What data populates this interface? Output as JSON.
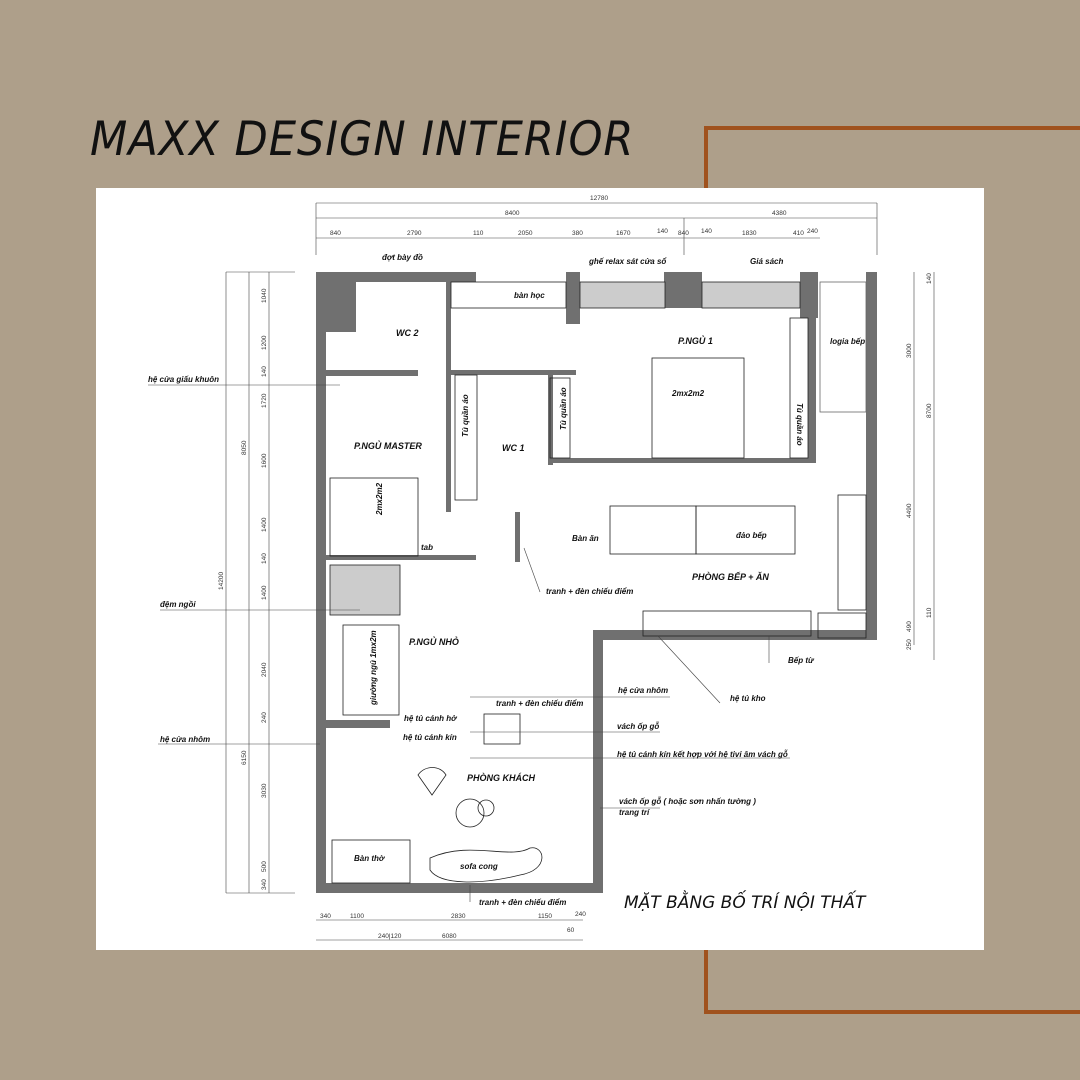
{
  "brand": {
    "title": "MAXX DESIGN INTERIOR",
    "accent_color": "#a0521e",
    "background_color": "#ae9f8a"
  },
  "plan": {
    "title": "MẶT BẰNG BỐ TRÍ NỘI THẤT",
    "rooms": {
      "wc2": "WC 2",
      "master": "P.NGỦ MASTER",
      "wc1": "WC 1",
      "bed1": "P.NGỦ 1",
      "kitchen": "PHÒNG BẾP + ĂN",
      "small_bed": "P.NGỦ NHỎ",
      "living": "PHÒNG KHÁCH",
      "logia": "logia bếp"
    },
    "furniture": {
      "desk": "bàn học",
      "bed1_size": "2mx2m2",
      "master_bed_size": "2mx2m2",
      "wardrobe_a": "Tủ quần áo",
      "wardrobe_b": "Tủ quần áo",
      "wardrobe_c": "Tủ quần áo",
      "tab": "tab",
      "small_bed": "giường ngủ 1mx2m",
      "dining_table": "Bàn ăn",
      "island": "đảo bếp",
      "altar": "Bàn thờ",
      "sofa": "sofa cong"
    },
    "annotations": {
      "shelf": "đợt bày đồ",
      "relax_chair": "ghế relax sát cửa sổ",
      "bookshelf": "Giá sách",
      "hidden_door": "hệ cửa giấu khuôn",
      "cushion": "đệm ngồi",
      "alu_door_left": "hệ cửa nhôm",
      "art_light_1": "tranh + đèn chiếu điểm",
      "art_light_2": "tranh + đèn chiếu điểm",
      "art_light_3": "tranh + đèn chiếu điểm",
      "open_cabinet": "hệ tủ cánh hở",
      "closed_cabinet": "hệ tủ cánh kín",
      "alu_door_right": "hệ cửa nhôm",
      "wood_panel": "vách ốp gỗ",
      "tv_cabinet": "hệ tủ cánh kín kết hợp với hệ tivi âm vách gỗ",
      "wood_panel_2": "vách ốp gỗ ( hoặc sơn nhấn tường )",
      "wood_panel_2b": "trang trí",
      "storage": "hệ tủ kho",
      "induction": "Bếp từ"
    },
    "dimensions": {
      "top_total": "12780",
      "top_major": [
        "8400",
        "4380"
      ],
      "top_segments": [
        "840",
        "2790",
        "110",
        "2050",
        "380",
        "1670",
        "140",
        "840",
        "140",
        "1830",
        "410",
        "240"
      ],
      "left_segments": [
        "1040",
        "1200",
        "140",
        "1720",
        "1600",
        "1400",
        "140",
        "1400",
        "2040",
        "240",
        "3030",
        "500",
        "340"
      ],
      "left_major": [
        "8050",
        "6150"
      ],
      "left_total": "14200",
      "right": [
        "140",
        "3000",
        "8700",
        "4490",
        "110",
        "490",
        "250"
      ],
      "bottom_segments": [
        "340",
        "1100",
        "2830",
        "1150",
        "240",
        "60"
      ],
      "bottom_major": [
        "240|120",
        "6080"
      ]
    }
  }
}
